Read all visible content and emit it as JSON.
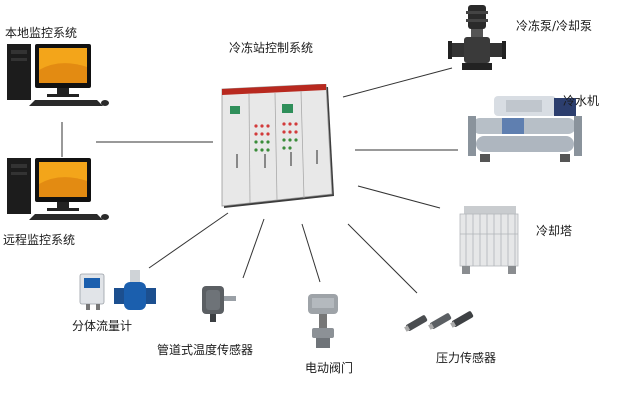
{
  "diagram": {
    "center": {
      "label": "冷冻站控制系统"
    },
    "nodes": {
      "local": {
        "label": "本地监控系统"
      },
      "remote": {
        "label": "远程监控系统"
      },
      "pump": {
        "label": "冷冻泵/冷却泵"
      },
      "chiller": {
        "label": "冷水机"
      },
      "tower": {
        "label": "冷却塔"
      },
      "flow": {
        "label": "分体流量计"
      },
      "temp": {
        "label": "管道式温度传感器"
      },
      "valve": {
        "label": "电动阀门"
      },
      "pressure": {
        "label": "压力传感器"
      }
    },
    "colors": {
      "line": "#333333",
      "cabinet": "#ececec",
      "cabinet_top": "#b8291f",
      "screen": "#f3a51a",
      "flow_blue": "#1b5fae"
    }
  }
}
